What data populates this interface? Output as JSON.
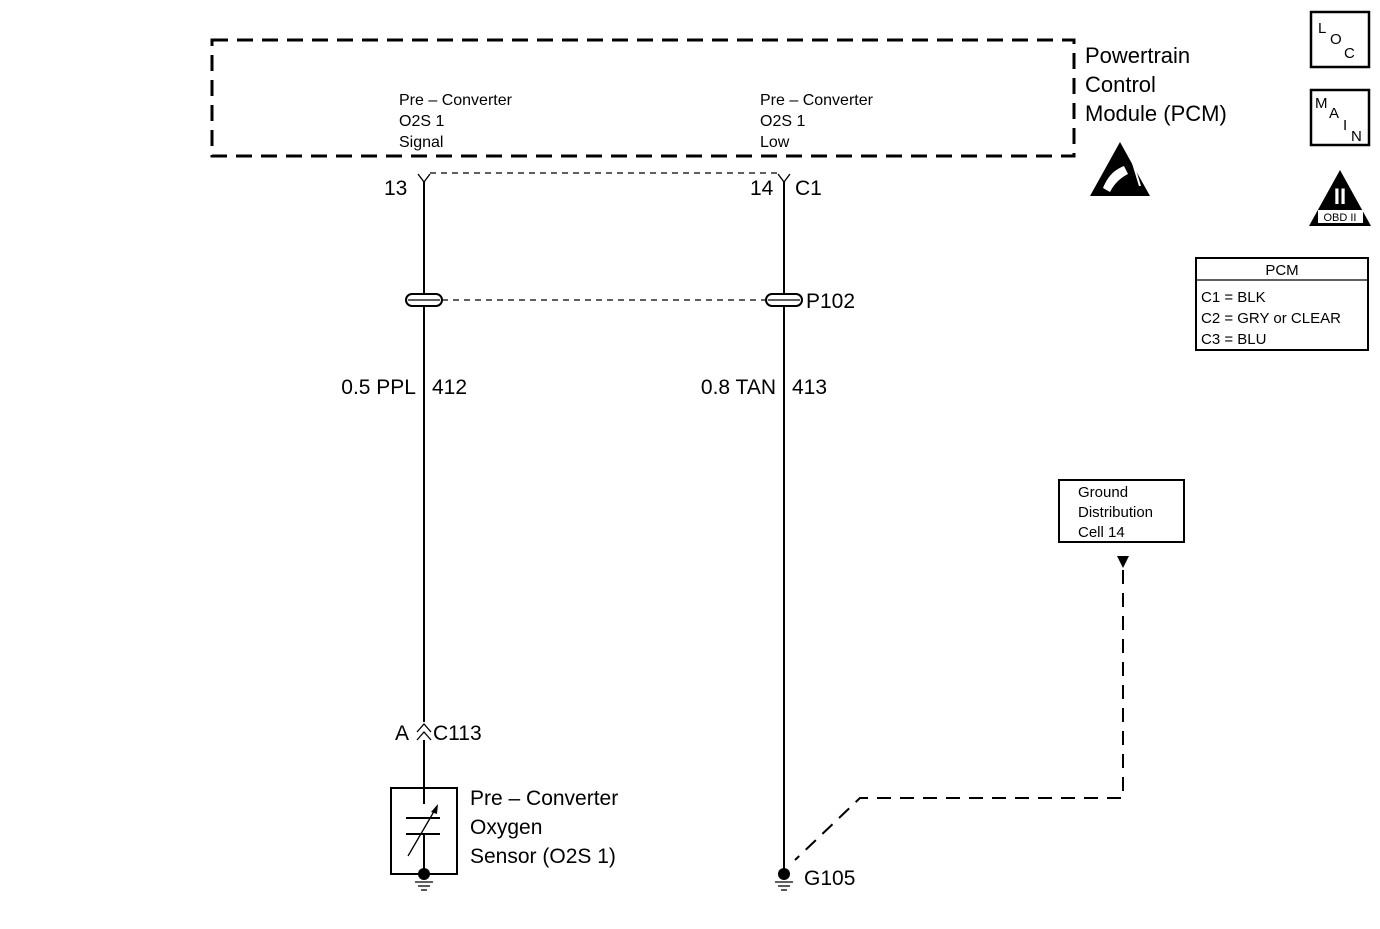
{
  "pcm": {
    "title_lines": [
      "Powertrain",
      "Control",
      "Module (PCM)"
    ],
    "signal_label_lines": [
      "Pre – Converter",
      "O2S 1",
      "Signal"
    ],
    "low_label_lines": [
      "Pre – Converter",
      "O2S 1",
      "Low"
    ],
    "pin_signal": "13",
    "pin_low": "14",
    "connector": "C1"
  },
  "splice": {
    "label": "P102"
  },
  "wires": {
    "signal": {
      "gauge_color": "0.5 PPL",
      "circuit": "412"
    },
    "low": {
      "gauge_color": "0.8 TAN",
      "circuit": "413"
    }
  },
  "sensor_connector": {
    "pin": "A",
    "connector": "C113"
  },
  "sensor": {
    "label_lines": [
      "Pre – Converter",
      "Oxygen",
      "Sensor (O2S 1)"
    ]
  },
  "ground": {
    "label": "G105"
  },
  "ground_distribution": {
    "label_lines": [
      "Ground",
      "Distribution",
      "Cell 14"
    ]
  },
  "icons": {
    "loc": [
      "L",
      "O",
      "C"
    ],
    "main": [
      "M",
      "A",
      "I",
      "N"
    ],
    "esd": "esd-icon",
    "obd": {
      "numeral": "II",
      "label": "OBD II"
    }
  },
  "pcm_table": {
    "title": "PCM",
    "rows": [
      "C1 = BLK",
      "C2 = GRY or CLEAR",
      "C3 = BLU"
    ]
  }
}
